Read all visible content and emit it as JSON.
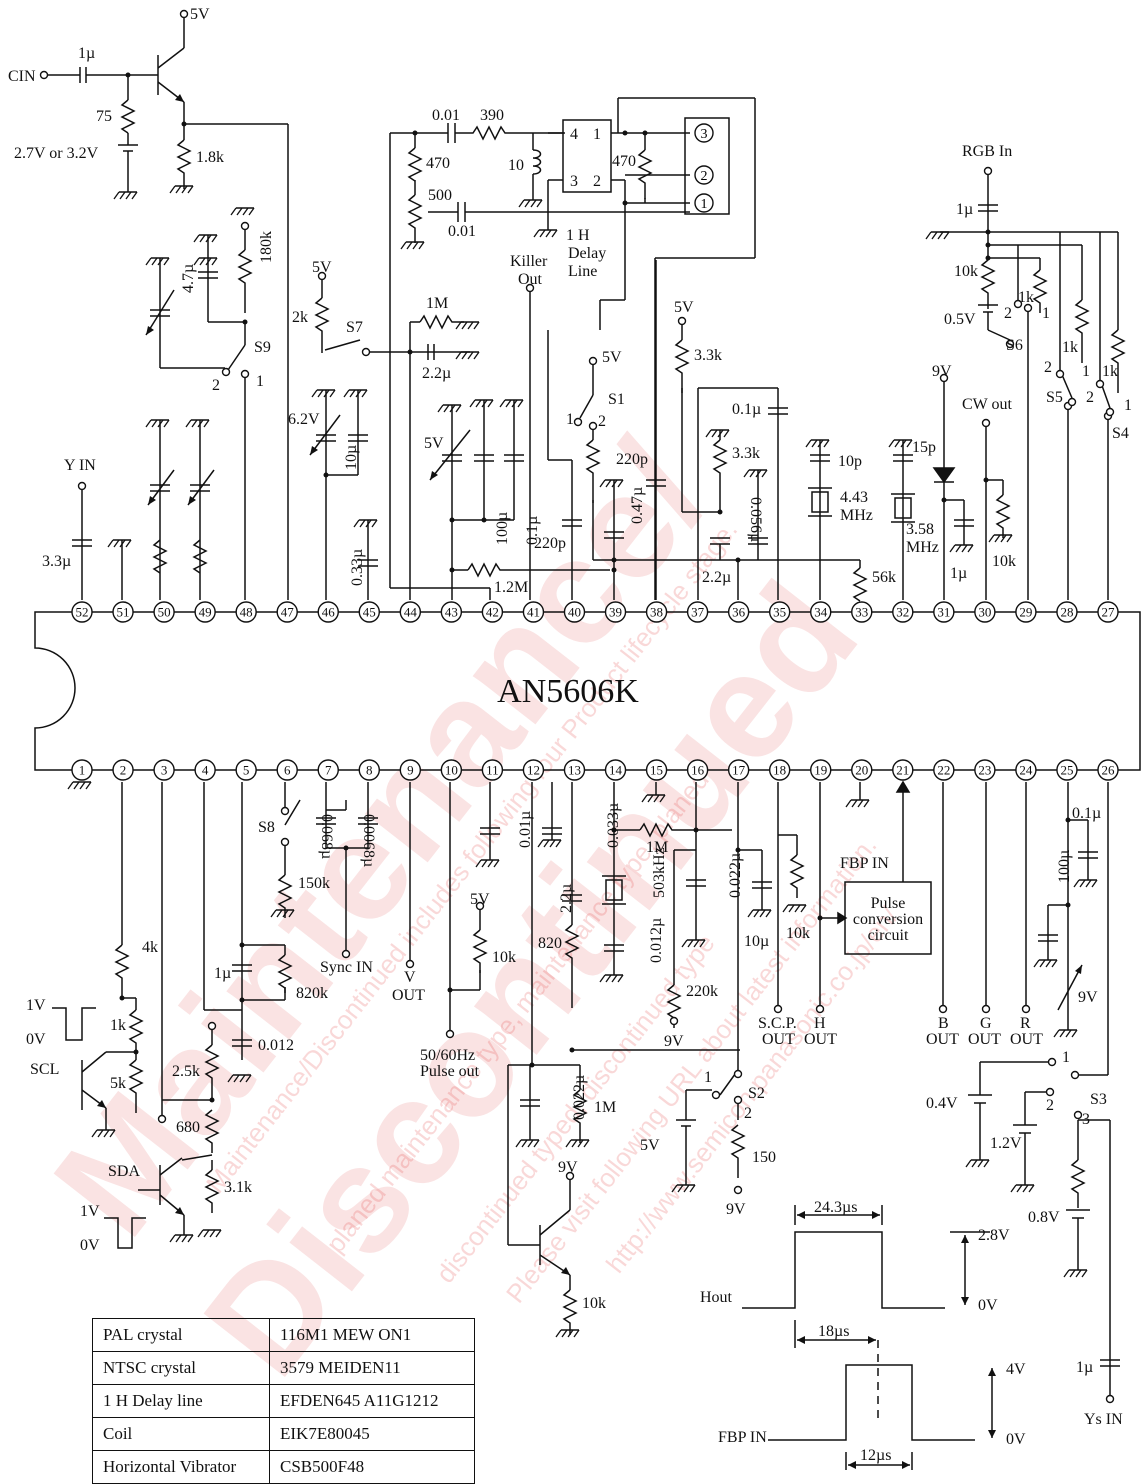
{
  "chip": {
    "name": "AN5606K"
  },
  "pins": {
    "top": [
      "52",
      "51",
      "50",
      "49",
      "48",
      "47",
      "46",
      "45",
      "44",
      "43",
      "42",
      "41",
      "40",
      "39",
      "38",
      "37",
      "36",
      "35",
      "34",
      "33",
      "32",
      "31",
      "30",
      "29",
      "28",
      "27"
    ],
    "bottom": [
      "1",
      "2",
      "3",
      "4",
      "5",
      "6",
      "7",
      "8",
      "9",
      "10",
      "11",
      "12",
      "13",
      "14",
      "15",
      "16",
      "17",
      "18",
      "19",
      "20",
      "21",
      "22",
      "23",
      "24",
      "25",
      "26"
    ]
  },
  "labels": {
    "cin": "CIN",
    "v5_top": "5V",
    "cap_1u": "1µ",
    "r75": "75",
    "bias": "2.7V or 3.2V",
    "r1k8": "1.8k",
    "c001a": "0.01",
    "r390": "390",
    "r470a": "470",
    "r500": "500",
    "c001b": "0.01",
    "l10": "10",
    "dl_p4": "4",
    "dl_p1": "1",
    "dl_p3": "3",
    "dl_p2": "2",
    "r470b": "470",
    "n3": "3",
    "n2": "2",
    "n1": "1",
    "delay1": "1 H",
    "delay2": "Delay",
    "delay3": "Line",
    "killer1": "Killer",
    "killer2": "Out",
    "c47u": "4.7µ",
    "r180k": "180k",
    "s9": "S9",
    "s9_2": "2",
    "s9_1": "1",
    "v5_s7": "5V",
    "r2k": "2k",
    "s7": "S7",
    "r1m": "1M",
    "c22u_a": "2.2µ",
    "v62": "6.2V",
    "c10u_a": "10µ",
    "v5_43": "5V",
    "v5_s1": "5V",
    "s1": "S1",
    "s1_1": "1",
    "s1_2": "2",
    "v5_38": "5V",
    "r33k_a": "3.3k",
    "c01u_a": "0.1µ",
    "r33k_b": "3.3k",
    "c220p_a": "220p",
    "c047u": "0.47µ",
    "c220p_b": "220p",
    "c0056u": "0.056µ",
    "c100u_a": "100µ",
    "c01u_b": "0.1µ",
    "c033u": "0.33µ",
    "r12m": "1.2M",
    "c22u_b": "2.2µ",
    "r56k": "56k",
    "c10p": "10p",
    "x443a": "4.43",
    "x443b": "MHz",
    "c15p": "15p",
    "x358a": "3.58",
    "x358b": "MHz",
    "v9_31": "9V",
    "c1u_31": "1µ",
    "cwout": "CW out",
    "r10k_30": "10k",
    "rgbin": "RGB In",
    "c1u_rgb": "1µ",
    "r10k_rgb": "10k",
    "v05": "0.5V",
    "s6": "S6",
    "s6_2": "2",
    "s6_1": "1",
    "r1k_a": "1k",
    "r1k_b": "1k",
    "r1k_c": "1k",
    "s5": "S5",
    "s5_2": "2",
    "s5_1": "1",
    "s4": "S4",
    "s4_2": "2",
    "s4_1": "1",
    "yin": "Y IN",
    "c33u": "3.3µ",
    "s8": "S8",
    "r150k": "150k",
    "c0068u": "0.068µ",
    "c00068u": "0.0068µ",
    "syncin": "Sync IN",
    "vout1": "V",
    "vout2": "OUT",
    "v5_10": "5V",
    "r10k_10": "10k",
    "pulse1": "50/60Hz",
    "pulse2": "Pulse out",
    "c001u_11": "0.01µ",
    "c22u_12": "2.2µ",
    "r820": "820",
    "c0033u": "0.033µ",
    "xtal503": "503kHz",
    "c0012u": "0.012µ",
    "r1m_16": "1M",
    "c0022u_16": "0.022µ",
    "r220k": "220k",
    "v9_16": "9V",
    "c10u_17": "10µ",
    "scp1": "S.C.P.",
    "scp2": "OUT",
    "hout1": "H",
    "hout2": "OUT",
    "r10k_19": "10k",
    "fbpin": "FBP IN",
    "pcc1": "Pulse",
    "pcc2": "conversion",
    "pcc3": "circuit",
    "bout1": "B",
    "bout2": "OUT",
    "gout1": "G",
    "gout2": "OUT",
    "rout1": "R",
    "rout2": "OUT",
    "c01u_25": "0.1µ",
    "c100u_25": "100µ",
    "v9_25": "9V",
    "v1_scl": "1V",
    "v0_scl": "0V",
    "scl": "SCL",
    "r4k": "4k",
    "r1k_2": "1k",
    "r5k": "5k",
    "c1u_5": "1µ",
    "r820k": "820k",
    "c0012_5": "0.012",
    "r25k": "2.5k",
    "r680": "680",
    "r31k": "3.1k",
    "sda": "SDA",
    "v1_sda": "1V",
    "v0_sda": "0V",
    "c0022u_12": "0.022µ",
    "r1m_12": "1M",
    "v9_q": "9V",
    "r10k_q": "10k",
    "s2": "S2",
    "s2_1": "1",
    "s2_2": "2",
    "v5_s2": "5V",
    "r150": "150",
    "v9_s2": "9V",
    "s3": "S3",
    "s3_1": "1",
    "s3_2": "2",
    "s3_3": "3",
    "v04": "0.4V",
    "v12": "1.2V",
    "v08": "0.8V",
    "c1u_ys": "1µ",
    "ysin": "Ys IN",
    "t243": "24.3µs",
    "v28": "2.8V",
    "hout_w": "Hout",
    "v0_h": "0V",
    "t18": "18µs",
    "v4": "4V",
    "fbp_w": "FBP IN",
    "v0_f": "0V",
    "t12": "12µs"
  },
  "parts_table": [
    {
      "label": "PAL crystal",
      "value": "116M1 MEW ON1"
    },
    {
      "label": "NTSC crystal",
      "value": "3579 MEIDEN11"
    },
    {
      "label": "1 H Delay line",
      "value": "EFDEN645 A11G1212"
    },
    {
      "label": "Coil",
      "value": "EIK7E80045"
    },
    {
      "label": "Horizontal Vibrator",
      "value": "CSB500F48"
    }
  ],
  "watermarks": {
    "w1": "Maintenance/",
    "w2": "Discontinued",
    "w3": "Maintenance/Discontinued includes following four Product lifecycle stage.",
    "w4": "planed maintenance type, maintenance type, planed",
    "w5": "discontinued typed, discontinued type",
    "w6": "Please visit following URL about latest information.",
    "w7": "http://www.semicon.panasonic.co.jp/en/"
  }
}
